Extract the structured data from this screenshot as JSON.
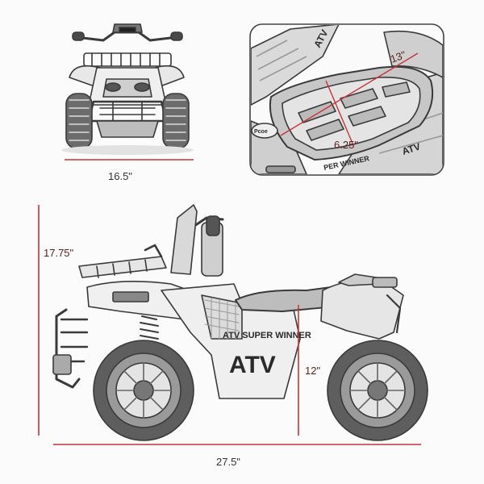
{
  "dimensions": {
    "front_width": "16.5\"",
    "seat_length": "13\"",
    "seat_width": "6.25\"",
    "height": "17.75\"",
    "seat_height": "12\"",
    "length": "27.5\""
  },
  "decals": {
    "brand": "ATV",
    "model": "ATV SUPER WINNER",
    "seat_badge": "ATV",
    "seat_strip": "PER WINNER",
    "knob": "Pcoe"
  },
  "colors": {
    "dimension_line": "#c8323a",
    "sketch": "#3a3a3a",
    "inset_border": "#444444"
  }
}
